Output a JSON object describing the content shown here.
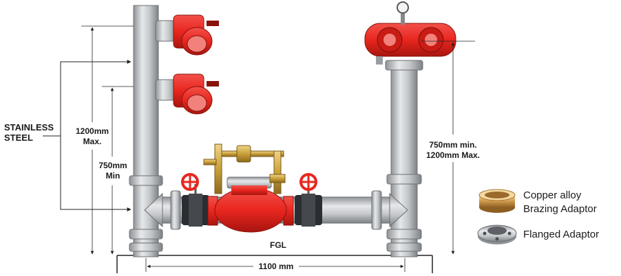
{
  "labels": {
    "stainless_line1": "STAINLESS",
    "stainless_line2": "STEEL",
    "left_max_line1": "1200mm",
    "left_max_line2": "Max.",
    "left_min_line1": "750mm",
    "left_min_line2": "Min",
    "right_dim_line1": "750mm min.",
    "right_dim_line2": "1200mm Max.",
    "fgl": "FGL",
    "width": "1100 mm"
  },
  "legend": {
    "item1_line1": "Copper alloy",
    "item1_line2": "Brazing Adaptor",
    "item2": "Flanged Adaptor"
  },
  "colors": {
    "pipe": "#c4c7ca",
    "valve_red": "#e8261f",
    "brass": "#c9a03a",
    "dimension_line": "#222222"
  }
}
